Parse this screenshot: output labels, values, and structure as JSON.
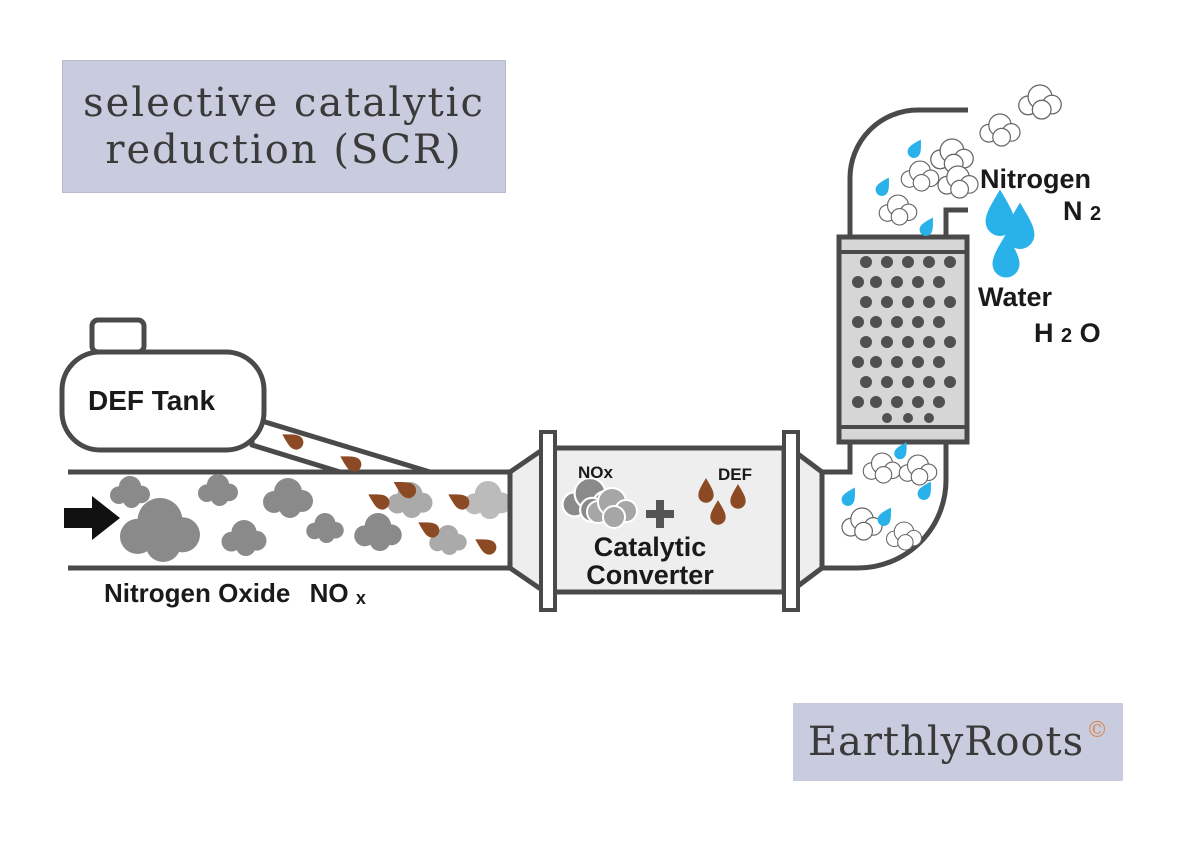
{
  "title": {
    "line1": "selective catalytic",
    "line2": "reduction (SCR)"
  },
  "labels": {
    "def_tank": "DEF Tank",
    "inlet_gas": "Nitrogen Oxide",
    "inlet_formula_main": "NO",
    "inlet_formula_sub": "x",
    "reactant_nox": "NOx",
    "reactant_def": "DEF",
    "plus": "+",
    "converter_line1": "Catalytic",
    "converter_line2": "Converter",
    "product_nitrogen": "Nitrogen",
    "product_nitrogen_main": "N",
    "product_nitrogen_sub": "2",
    "product_water": "Water",
    "product_water_h": "H",
    "product_water_sub": "2",
    "product_water_o": "O"
  },
  "brand": {
    "name": "EarthlyRoots",
    "mark": "©"
  },
  "colors": {
    "title_bg": "#c9ccdf",
    "pipe_stroke": "#4a4a4a",
    "pipe_fill": "#eeeeee",
    "nox_cloud": "#8a8a8a",
    "def_droplet": "#8b4a24",
    "water_droplet": "#29b1ea",
    "brand_mark": "#d98a5a"
  },
  "icons": [
    "flow-arrow-icon",
    "nox-cloud-icon",
    "def-droplet-icon",
    "water-droplet-icon",
    "nitrogen-cloud-icon"
  ]
}
